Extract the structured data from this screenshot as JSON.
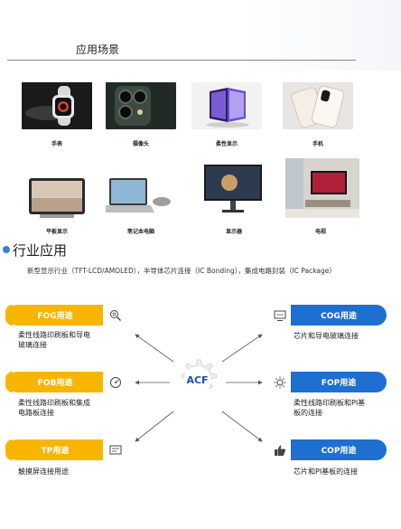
{
  "section": {
    "title": "应用场景"
  },
  "scenes": [
    {
      "label": "手表"
    },
    {
      "label": "摄像头"
    },
    {
      "label": "柔性显示"
    },
    {
      "label": "手机"
    },
    {
      "label": "平板显示"
    },
    {
      "label": "笔记本电脑"
    },
    {
      "label": "显示器"
    },
    {
      "label": "电视"
    }
  ],
  "industry": {
    "title": "行业应用",
    "description": "新型显示行业（TFT-LCD/AMOLED），半导体芯片连接（IC Bonding），集成电路封装（IC Package）"
  },
  "center": {
    "label": "ACF"
  },
  "uses": [
    {
      "label": "FOG用途",
      "desc_line1": "柔性线路印刷板和导电",
      "desc_line2": "玻璃连接",
      "icon": "search-gear-icon"
    },
    {
      "label": "FOB用途",
      "desc_line1": "柔性线路印刷板和集成",
      "desc_line2": "电路板连接",
      "icon": "gauge-icon"
    },
    {
      "label": "TP用途",
      "desc_line1": "触摸屏连接用途",
      "desc_line2": "",
      "icon": "screen-icon"
    },
    {
      "label": "COG用途",
      "desc_line1": "芯片和导电玻璃连接",
      "desc_line2": "",
      "icon": "monitor-icon"
    },
    {
      "label": "FOP用途",
      "desc_line1": "柔性线路印刷板和PI基",
      "desc_line2": "板的连接",
      "icon": "sun-gear-icon"
    },
    {
      "label": "COP用途",
      "desc_line1": "芯片和PI基板的连接",
      "desc_line2": "",
      "icon": "thumbs-up-icon"
    }
  ],
  "colors": {
    "left_accent": "#f7b500",
    "right_accent": "#1f6fd0",
    "center_text": "#1f4e9e"
  }
}
